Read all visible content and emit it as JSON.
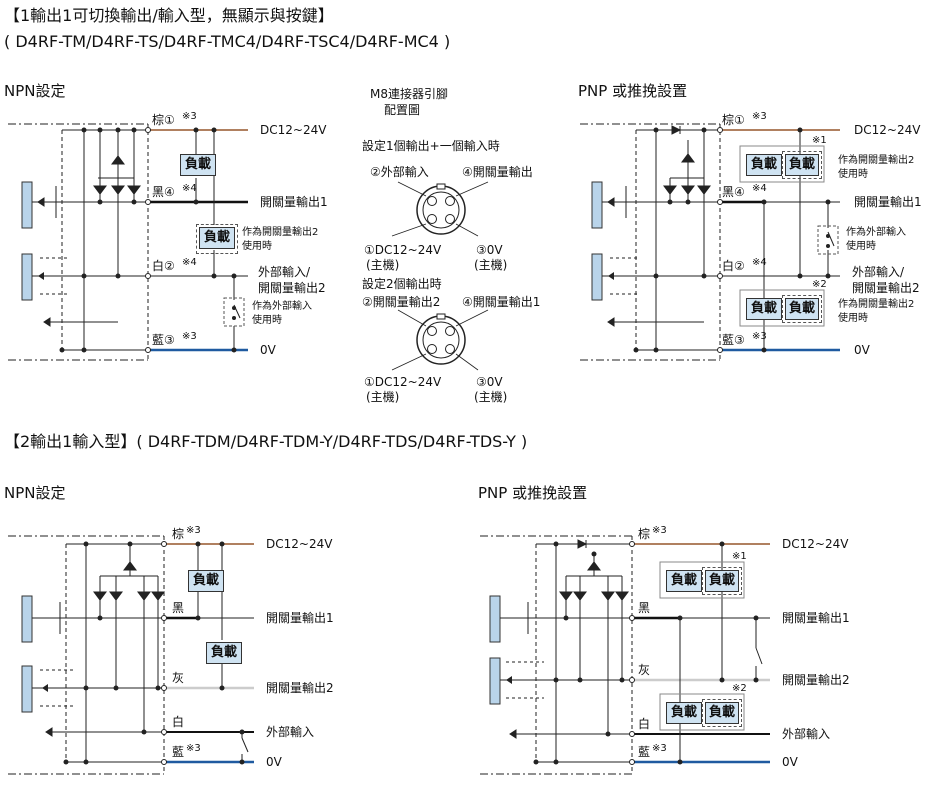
{
  "header1": {
    "title": "【1輸出1可切換輸出/輸入型，無顯示與按鍵】",
    "models": "( D4RF-TM/D4RF-TS/D4RF-TMC4/D4RF-TSC4/D4RF-MC4 )"
  },
  "header2": {
    "title": "【2輸出1輸入型】( D4RF-TDM/D4RF-TDM-Y/D4RF-TDS/D4RF-TDS-Y )"
  },
  "sections": {
    "npn": "NPN設定",
    "pnp": "PNP 或推挽設置"
  },
  "wires": {
    "brown": "棕①",
    "black": "黑④",
    "white": "白②",
    "blue": "藍③",
    "brown_plain": "棕",
    "black_plain": "黑",
    "gray": "灰",
    "white_plain": "白",
    "blue_plain": "藍",
    "note3": "※3",
    "note4": "※4",
    "note1": "※1",
    "note2": "※2"
  },
  "terminals": {
    "dc": "DC12~24V",
    "out1": "開關量輸出1",
    "out2": "開關量輸出2",
    "ext_in_a": "外部輸入/",
    "ext_in_b": "開關量輸出2",
    "ext_in": "外部輸入",
    "zero": "0V"
  },
  "load": "負載",
  "notes": {
    "as_out2_a": "作為開關量輸出2",
    "as_out2_b": "使用時",
    "as_in_a": "作為外部輸入",
    "as_in_b": "使用時"
  },
  "connector": {
    "title_a": "M8連接器引腳",
    "title_b": "配置圖",
    "setting1": "設定1個輸出+一個輸入時",
    "setting2": "設定2個輸出時",
    "pin2_in": "②外部輸入",
    "pin4_out": "④開關量輸出",
    "pin2_out2": "②開關量輸出2",
    "pin4_out1": "④開關量輸出1",
    "pin1": "①DC12~24V",
    "pin3": "③0V",
    "host": "(主機)"
  },
  "colors": {
    "brown_wire": "#b08060",
    "blue_wire": "#1f5aa0",
    "black_wire": "#111111",
    "gray_wire": "#cccccc",
    "load_fill": "#cfe3f2",
    "sensor_fill": "#b9d4ea"
  }
}
